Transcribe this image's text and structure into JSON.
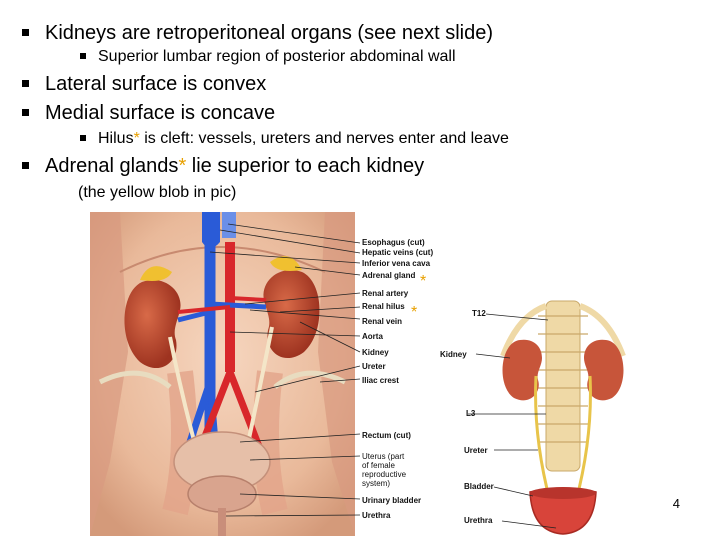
{
  "bullets": {
    "b1": "Kidneys are retroperitoneal organs (see next slide)",
    "b1a": "Superior lumbar region of posterior abdominal wall",
    "b2": "Lateral surface is convex",
    "b3": "Medial surface is concave",
    "b3a_pre": "Hilus",
    "b3a_post": " is cleft: vessels, ureters and nerves enter and leave",
    "b4_pre": "Adrenal glands",
    "b4_post": " lie superior to each kidney",
    "b4_note": "(the yellow blob in pic)",
    "asterisk": "*"
  },
  "figure_left": {
    "labels": [
      "Esophagus (cut)",
      "Hepatic veins (cut)",
      "Inferior vena cava",
      "Adrenal gland",
      "Renal artery",
      "Renal hilus",
      "Renal vein",
      "Aorta",
      "Kidney",
      "Ureter",
      "Iliac crest",
      "Rectum (cut)",
      "Uterus (part",
      "of female",
      "reproductive",
      "system)",
      "Urinary bladder",
      "Urethra"
    ]
  },
  "figure_right": {
    "labels": [
      "T12",
      "Kidney",
      "L3",
      "Ureter",
      "Bladder",
      "Urethra"
    ]
  },
  "page_number": "4",
  "colors": {
    "asterisk": "#e8a000",
    "artery": "#d8272b",
    "vein": "#2a5bd7",
    "kidney": "#b8452e",
    "adrenal": "#f0c030"
  }
}
